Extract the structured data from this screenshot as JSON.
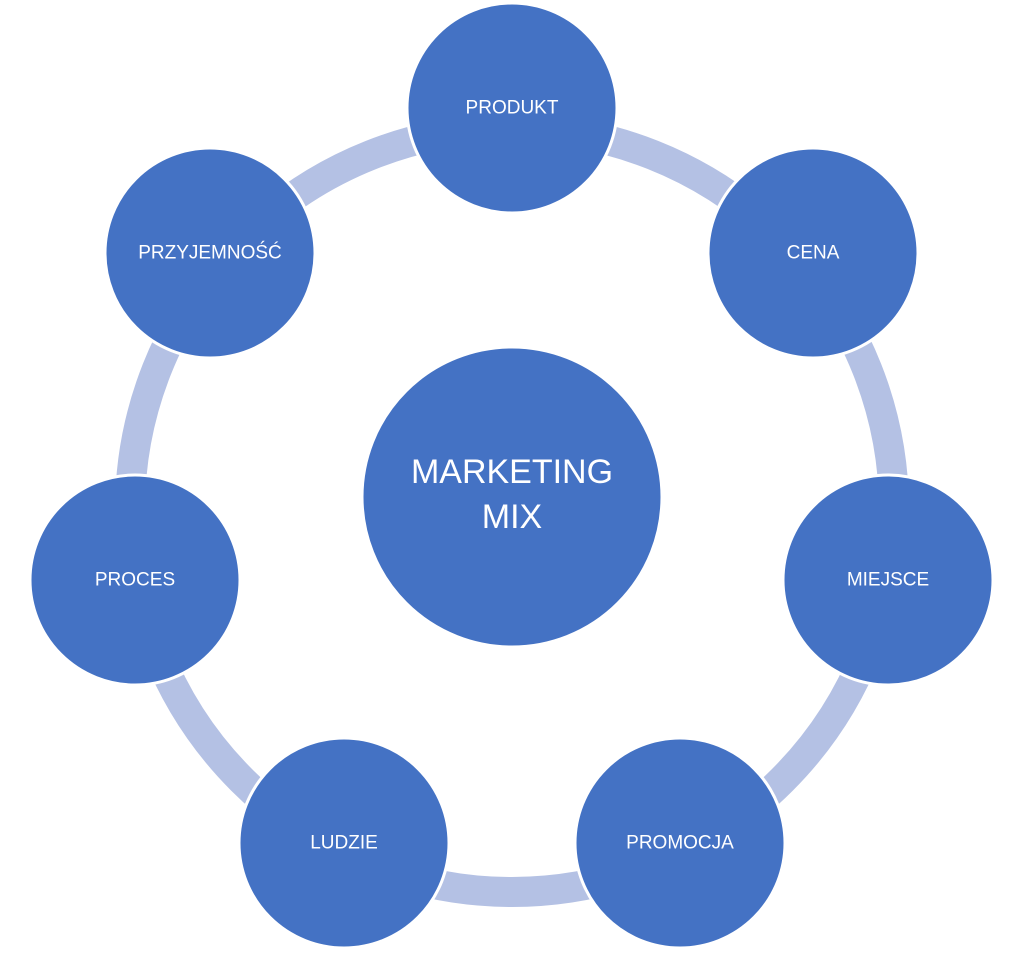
{
  "diagram": {
    "center": {
      "line1": "MARKETING",
      "line2": "MIX"
    },
    "nodes": [
      {
        "label": "PRODUKT"
      },
      {
        "label": "CENA"
      },
      {
        "label": "MIEJSCE"
      },
      {
        "label": "PROMOCJA"
      },
      {
        "label": "LUDZIE"
      },
      {
        "label": "PROCES"
      },
      {
        "label": "PRZYJEMNOŚĆ"
      }
    ],
    "colors": {
      "node_fill": "#4472c4",
      "ring": "#b4c1e4",
      "text": "#ffffff",
      "background": "#ffffff"
    }
  }
}
